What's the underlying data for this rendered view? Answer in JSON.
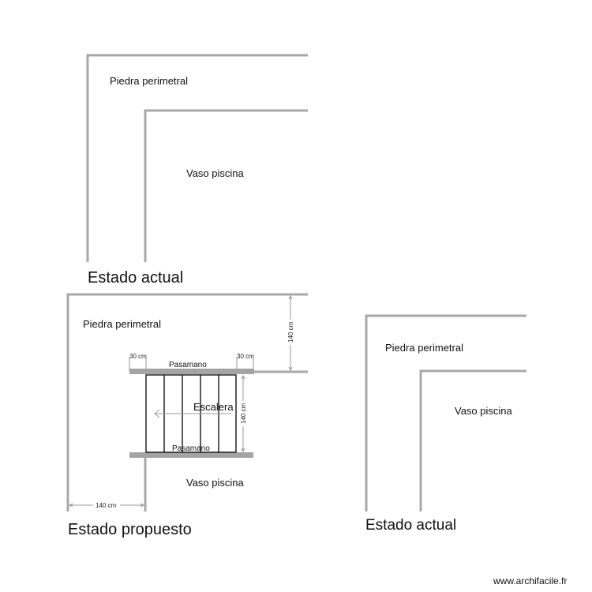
{
  "plan_top": {
    "outer_label": "Piedra perimetral",
    "inner_label": "Vaso piscina",
    "title": "Estado actual"
  },
  "plan_proposed": {
    "outer_label": "Piedra perimetral",
    "inner_label": "Vaso piscina",
    "title": "Estado propuesto",
    "stair_label": "Escalera",
    "handrail_top_label": "Pasamano",
    "handrail_bottom_label": "Pasamano",
    "dim_left_30": "30 cm",
    "dim_right_30": "30 cm",
    "dim_vertical_140_top": "140 cm",
    "dim_vertical_140_stair": "140 cm",
    "dim_horizontal_140": "140 cm",
    "step_count": 6
  },
  "plan_right": {
    "outer_label": "Piedra perimetral",
    "inner_label": "Vaso piscina",
    "title": "Estado actual"
  },
  "watermark": "www.archifacile.fr",
  "colors": {
    "wall": "#a8a8a8",
    "handrail": "#a0a0a0",
    "stair_lines": "#000000"
  }
}
